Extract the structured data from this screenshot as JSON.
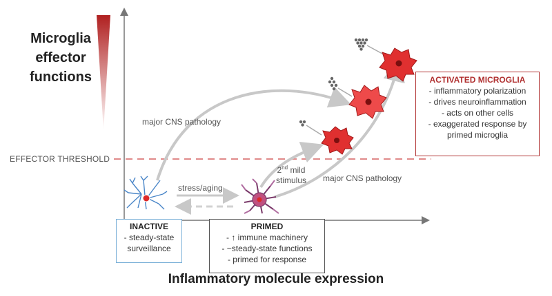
{
  "y_axis_title": [
    "Microglia",
    "effector",
    "functions"
  ],
  "x_axis_title": "Inflammatory molecule expression",
  "threshold_label": "EFFECTOR THRESHOLD",
  "arrows": {
    "major_pathology_upper": "major CNS pathology",
    "major_pathology_lower": "major CNS pathology",
    "stress_aging": "stress/aging",
    "second_mild_sup": "nd",
    "second_mild_num": "2",
    "second_mild_rest": "mild",
    "stimulus": "stimulus"
  },
  "inactive": {
    "title": "INACTIVE",
    "lines": [
      "- steady-state",
      "surveillance"
    ]
  },
  "primed": {
    "title": "PRIMED",
    "lines": [
      "- ↑ immune machinery",
      "- ~steady-state functions",
      "- primed for response"
    ]
  },
  "activated": {
    "title": "ACTIVATED MICROGLIA",
    "lines": [
      "- inflammatory polarization",
      "- drives neuroinflammation",
      "- acts on other cells",
      "- exaggerated response by",
      "primed microglia"
    ]
  },
  "colors": {
    "gradient_top": "#b02020",
    "threshold": "#e08a8a",
    "arrow": "#c8c8c8",
    "inactive": "#4a86c8",
    "primed": "#7a3a6a",
    "activated": "#e03030"
  }
}
